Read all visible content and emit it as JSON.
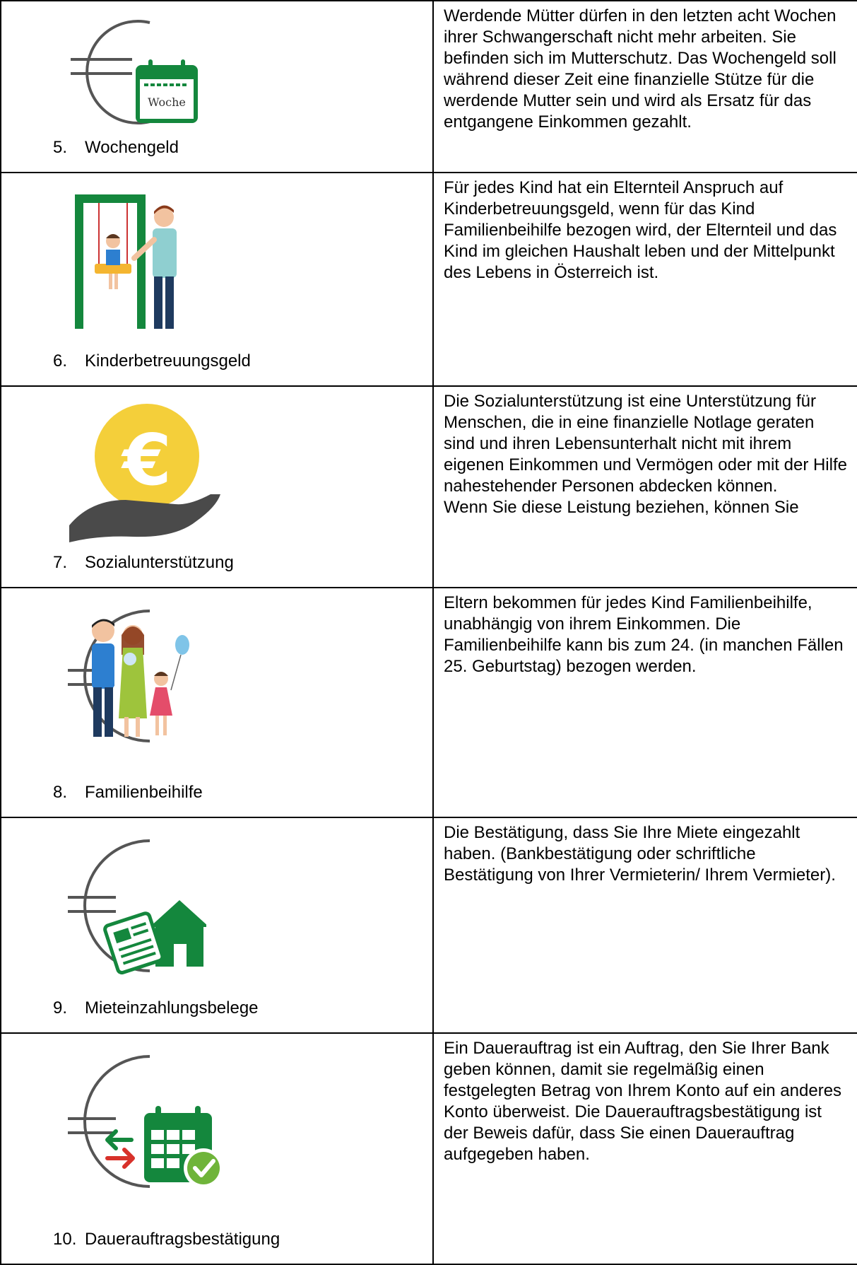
{
  "colors": {
    "green": "#14873d",
    "gray": "#555555",
    "gold": "#f4cf3a",
    "red": "#d8312a",
    "teal": "#8fcfd0"
  },
  "rows": [
    {
      "number": "5.",
      "term": "Wochengeld",
      "icon": "euro-calendar-icon",
      "calendar_text": "Woche",
      "description": "Werdende Mütter dürfen in den letzten acht Wochen ihrer Schwangerschaft nicht mehr arbeiten. Sie befinden sich im Mutterschutz. Das Wochengeld soll während dieser Zeit eine finanzielle Stütze für die werdende Mutter sein und wird als Ersatz für das entgangene Einkommen gezahlt."
    },
    {
      "number": "6.",
      "term": "Kinderbetreuungsgeld",
      "icon": "parent-child-swing-icon",
      "description": "Für jedes Kind hat ein Elternteil Anspruch auf Kinderbetreuungsgeld, wenn für das Kind Familienbeihilfe bezogen wird, der Elternteil und das Kind im gleichen Haushalt leben und der Mittelpunkt des Lebens in Österreich ist."
    },
    {
      "number": "7.",
      "term": "Sozialunterstützung",
      "icon": "hand-euro-coin-icon",
      "description": "Die Sozialunterstützung ist eine Unterstützung für Menschen, die in eine finanzielle Notlage geraten sind und ihren Lebensunterhalt nicht mit ihrem eigenen Einkommen und Vermögen oder mit der Hilfe nahestehender Personen abdecken können.",
      "description_2": "Wenn Sie diese Leistung beziehen, können Sie"
    },
    {
      "number": "8.",
      "term": "Familienbeihilfe",
      "icon": "euro-family-icon",
      "description": "Eltern bekommen für jedes Kind Familienbeihilfe, unabhängig von ihrem Einkommen. Die Familienbeihilfe kann bis zum 24. (in manchen Fällen 25. Geburtstag) bezogen werden."
    },
    {
      "number": "9.",
      "term": "Mieteinzahlungsbelege",
      "icon": "euro-receipt-house-icon",
      "description": "Die Bestätigung, dass Sie Ihre Miete eingezahlt haben. (Bankbestätigung oder schriftliche Bestätigung von Ihrer Vermieterin/ Ihrem Vermieter)."
    },
    {
      "number": "10.",
      "term": "Dauerauftragsbestätigung",
      "icon": "euro-transfer-calendar-check-icon",
      "description": "Ein Dauerauftrag ist ein Auftrag, den Sie Ihrer Bank geben können, damit sie regelmäßig einen festgelegten Betrag von Ihrem Konto auf ein anderes Konto überweist. Die Dauerauftragsbestätigung ist der Beweis dafür, dass Sie einen Dauerauftrag aufgegeben haben."
    }
  ]
}
